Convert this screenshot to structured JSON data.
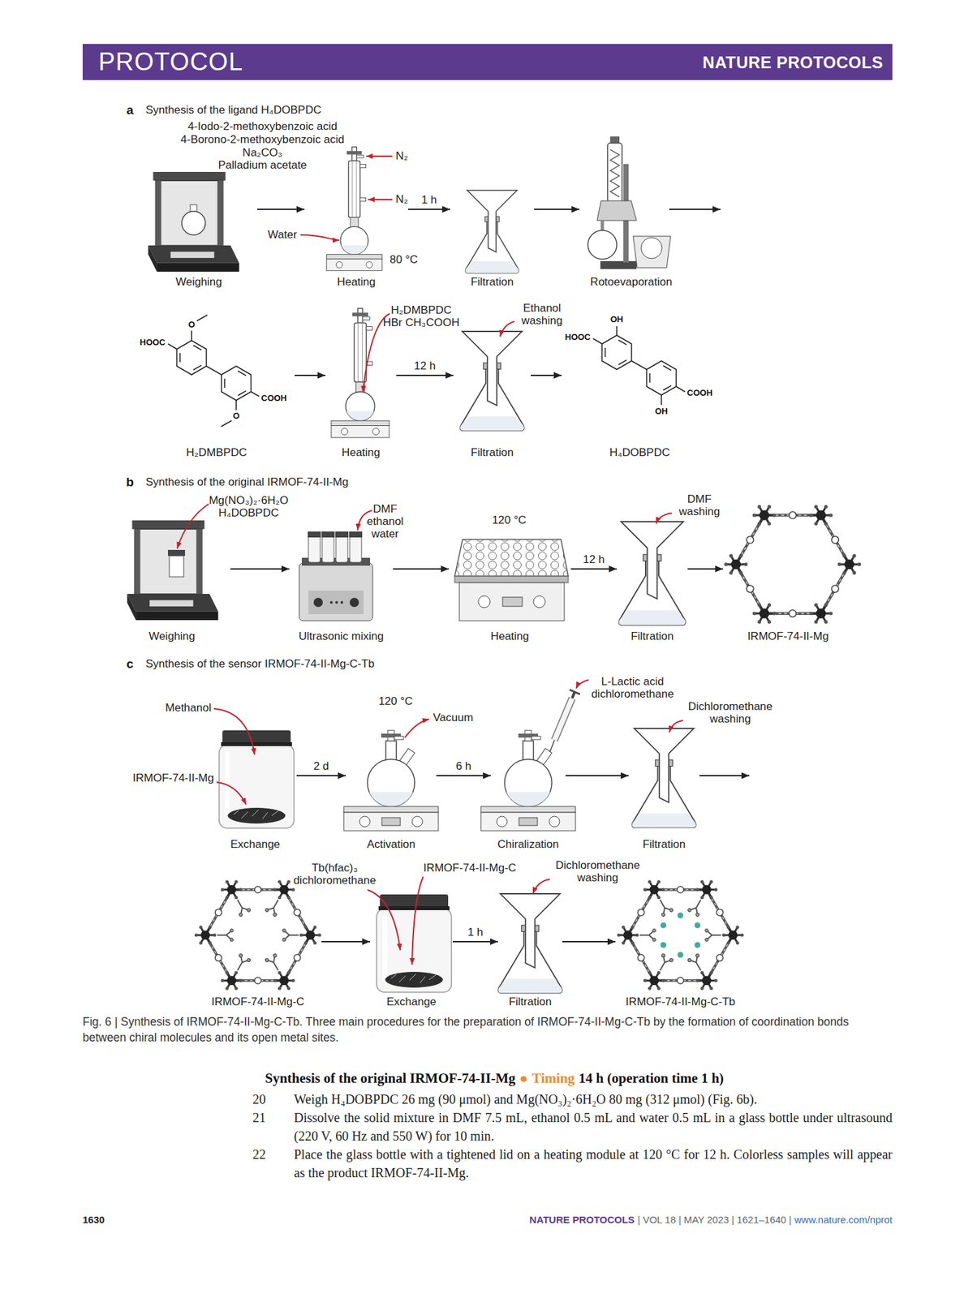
{
  "diagram": {
    "caption": "Fig. 6 | Synthesis of IRMOF-74-II-Mg-C-Tb. Three main procedures for the preparation of IRMOF-74-II-Mg-C-Tb by the formation of coordination bonds between chiral molecules and its open metal sites.",
    "nodes": [
      {
        "text": [
          "Weighing"
        ]
      },
      {
        "text": [
          "Heating"
        ]
      },
      {
        "text": [
          "Filtration"
        ]
      },
      {
        "text": [
          "Rotoevaporation"
        ]
      },
      {
        "text": [
          "H₂DMBPDC"
        ]
      },
      {
        "text": [
          "Heating"
        ]
      },
      {
        "text": [
          "Filtration"
        ]
      },
      {
        "text": [
          "H₄DOBPDC"
        ]
      },
      {
        "text": [
          "Weighing"
        ]
      },
      {
        "text": [
          "Ultrasonic mixing"
        ]
      },
      {
        "text": [
          "Heating"
        ]
      },
      {
        "text": [
          "Filtration"
        ]
      },
      {
        "text": [
          "IRMOF-74-II-Mg"
        ]
      },
      {
        "text": [
          "Exchange"
        ]
      },
      {
        "text": [
          "Activation"
        ]
      },
      {
        "text": [
          "Chiralization"
        ]
      },
      {
        "text": [
          "Filtration"
        ]
      },
      {
        "text": [
          "IRMOF-74-II-Mg-C"
        ]
      },
      {
        "text": [
          "Exchange"
        ]
      },
      {
        "text": [
          "Filtration"
        ]
      },
      {
        "text": [
          "IRMOF-74-II-Mg-C-Tb"
        ]
      }
    ],
    "edges": [
      {
        "from": 0,
        "to": 1,
        "arrow": "to"
      },
      {
        "from": 1,
        "to": 2,
        "label": "1 h",
        "arrow": "to"
      },
      {
        "from": 2,
        "to": 3,
        "arrow": "to"
      },
      {
        "from": 4,
        "to": 5,
        "arrow": "to"
      },
      {
        "from": 5,
        "to": 6,
        "label": "12 h",
        "arrow": "to"
      },
      {
        "from": 6,
        "to": 7,
        "arrow": "to"
      },
      {
        "from": 8,
        "to": 9,
        "arrow": "to"
      },
      {
        "from": 9,
        "to": 10,
        "arrow": "to"
      },
      {
        "from": 10,
        "to": 11,
        "label": "12 h",
        "arrow": "to"
      },
      {
        "from": 11,
        "to": 12,
        "arrow": "to"
      },
      {
        "from": 13,
        "to": 14,
        "label": "2 d",
        "arrow": "to"
      },
      {
        "from": 14,
        "to": 15,
        "label": "6 h",
        "arrow": "to"
      },
      {
        "from": 15,
        "to": 16,
        "arrow": "to"
      },
      {
        "from": 17,
        "to": 18,
        "arrow": "to"
      },
      {
        "from": 18,
        "to": 19,
        "label": "1 h",
        "arrow": "to"
      },
      {
        "from": 19,
        "to": 20,
        "arrow": "to"
      }
    ],
    "labels": [
      "PROTOCOL",
      "NATURE PROTOCOLS",
      "a",
      "Synthesis of the ligand H₄DOBPDC",
      "4-Iodo-2-methoxybenzoic acid",
      "4-Borono-2-methoxybenzoic acid",
      "Na₂CO₃",
      "Palladium acetate",
      "N₂",
      "N₂",
      "Water",
      "80 °C",
      "HOOC",
      "O",
      "COOH",
      "O",
      "H₂DMBPDC",
      "HBr CH₃COOH",
      "Ethanol washing",
      "OH",
      "HOOC",
      "COOH",
      "OH",
      "b",
      "Synthesis of the original IRMOF-74-II-Mg",
      "Mg(NO₃)₂·6H₂O",
      "H₄DOBPDC",
      "DMF",
      "ethanol",
      "water",
      "120 °C",
      "DMF washing",
      "c",
      "Synthesis of the sensor IRMOF-74-II-Mg-C-Tb",
      "Methanol",
      "IRMOF-74-II-Mg",
      "120 °C",
      "Vacuum",
      "L-Lactic acid",
      "dichloromethane",
      "Dichloromethane washing",
      "Tb(hfac)₃",
      "dichloromethane",
      "IRMOF-74-II-Mg-C",
      "Dichloromethane washing",
      "Synthesis of the original IRMOF-74-II-Mg",
      "●",
      "Timing",
      "14 h (operation time 1 h)",
      "20",
      "Weigh H₄DOBPDC 26 mg (90 μmol) and Mg(NO₃)₂·6H₂O 80 mg (312 μmol) (Fig. 6b).",
      "21",
      "Dissolve the solid mixture in DMF 7.5 mL, ethanol 0.5 mL and water 0.5 mL in a glass bottle under ultrasound (220 V, 60 Hz and 550 W) for 10 min.",
      "22",
      "Place the glass bottle with a tightened lid on a heating module at 120 °C for 12 h. Colorless samples will appear as the product IRMOF-74-II-Mg.",
      "1630",
      "NATURE PROTOCOLS",
      "| VOL 18 | MAY 2023 | 1621–1640 |",
      "www.nature.com/nprot"
    ]
  }
}
